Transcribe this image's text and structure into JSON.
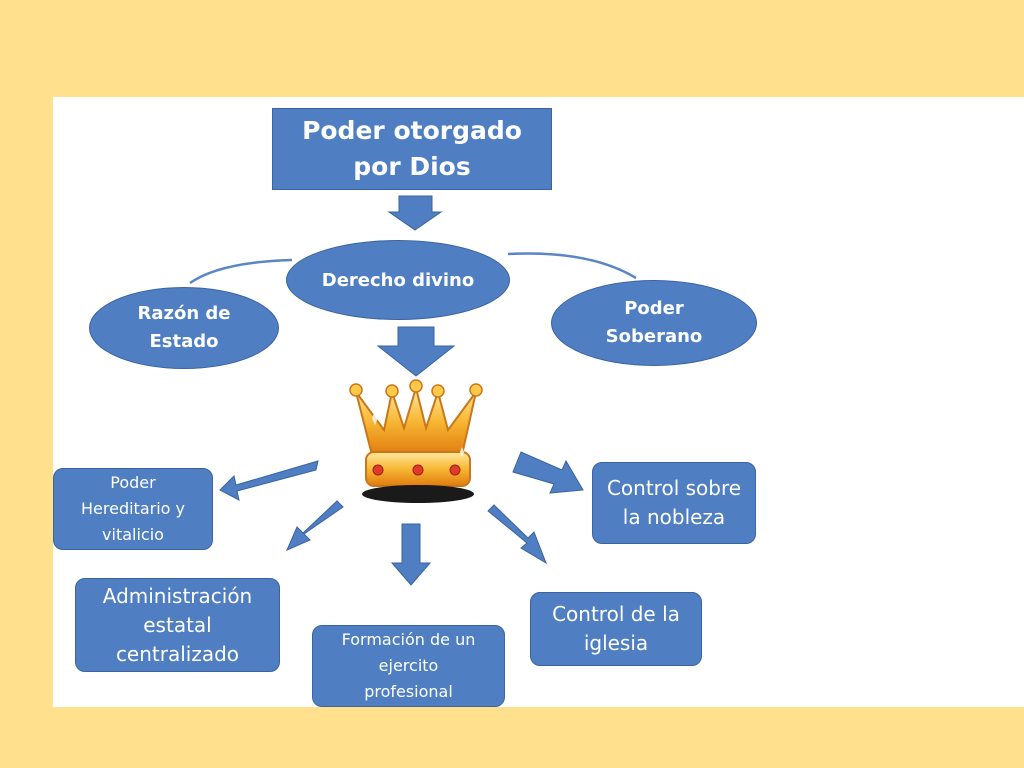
{
  "top_box": "Poder otorgado\npor Dios",
  "center": "Derecho divino",
  "left_ellipse": "Razón de\nEstado",
  "right_ellipse": "Poder\nSoberano",
  "box_hereditario": "Poder\nHereditario y\nvitalicio",
  "box_administracion": "Administración\nestatal\ncentralizado",
  "box_formacion": "Formación de un\nejercito\nprofesional",
  "box_iglesia": "Control de la\niglesia",
  "box_nobleza": "Control sobre\nla nobleza",
  "colors": {
    "node_fill": "#4F7FC2",
    "node_border": "#3A63A0",
    "background": "#FFE08C"
  },
  "icons": {
    "central": "crown-icon"
  }
}
